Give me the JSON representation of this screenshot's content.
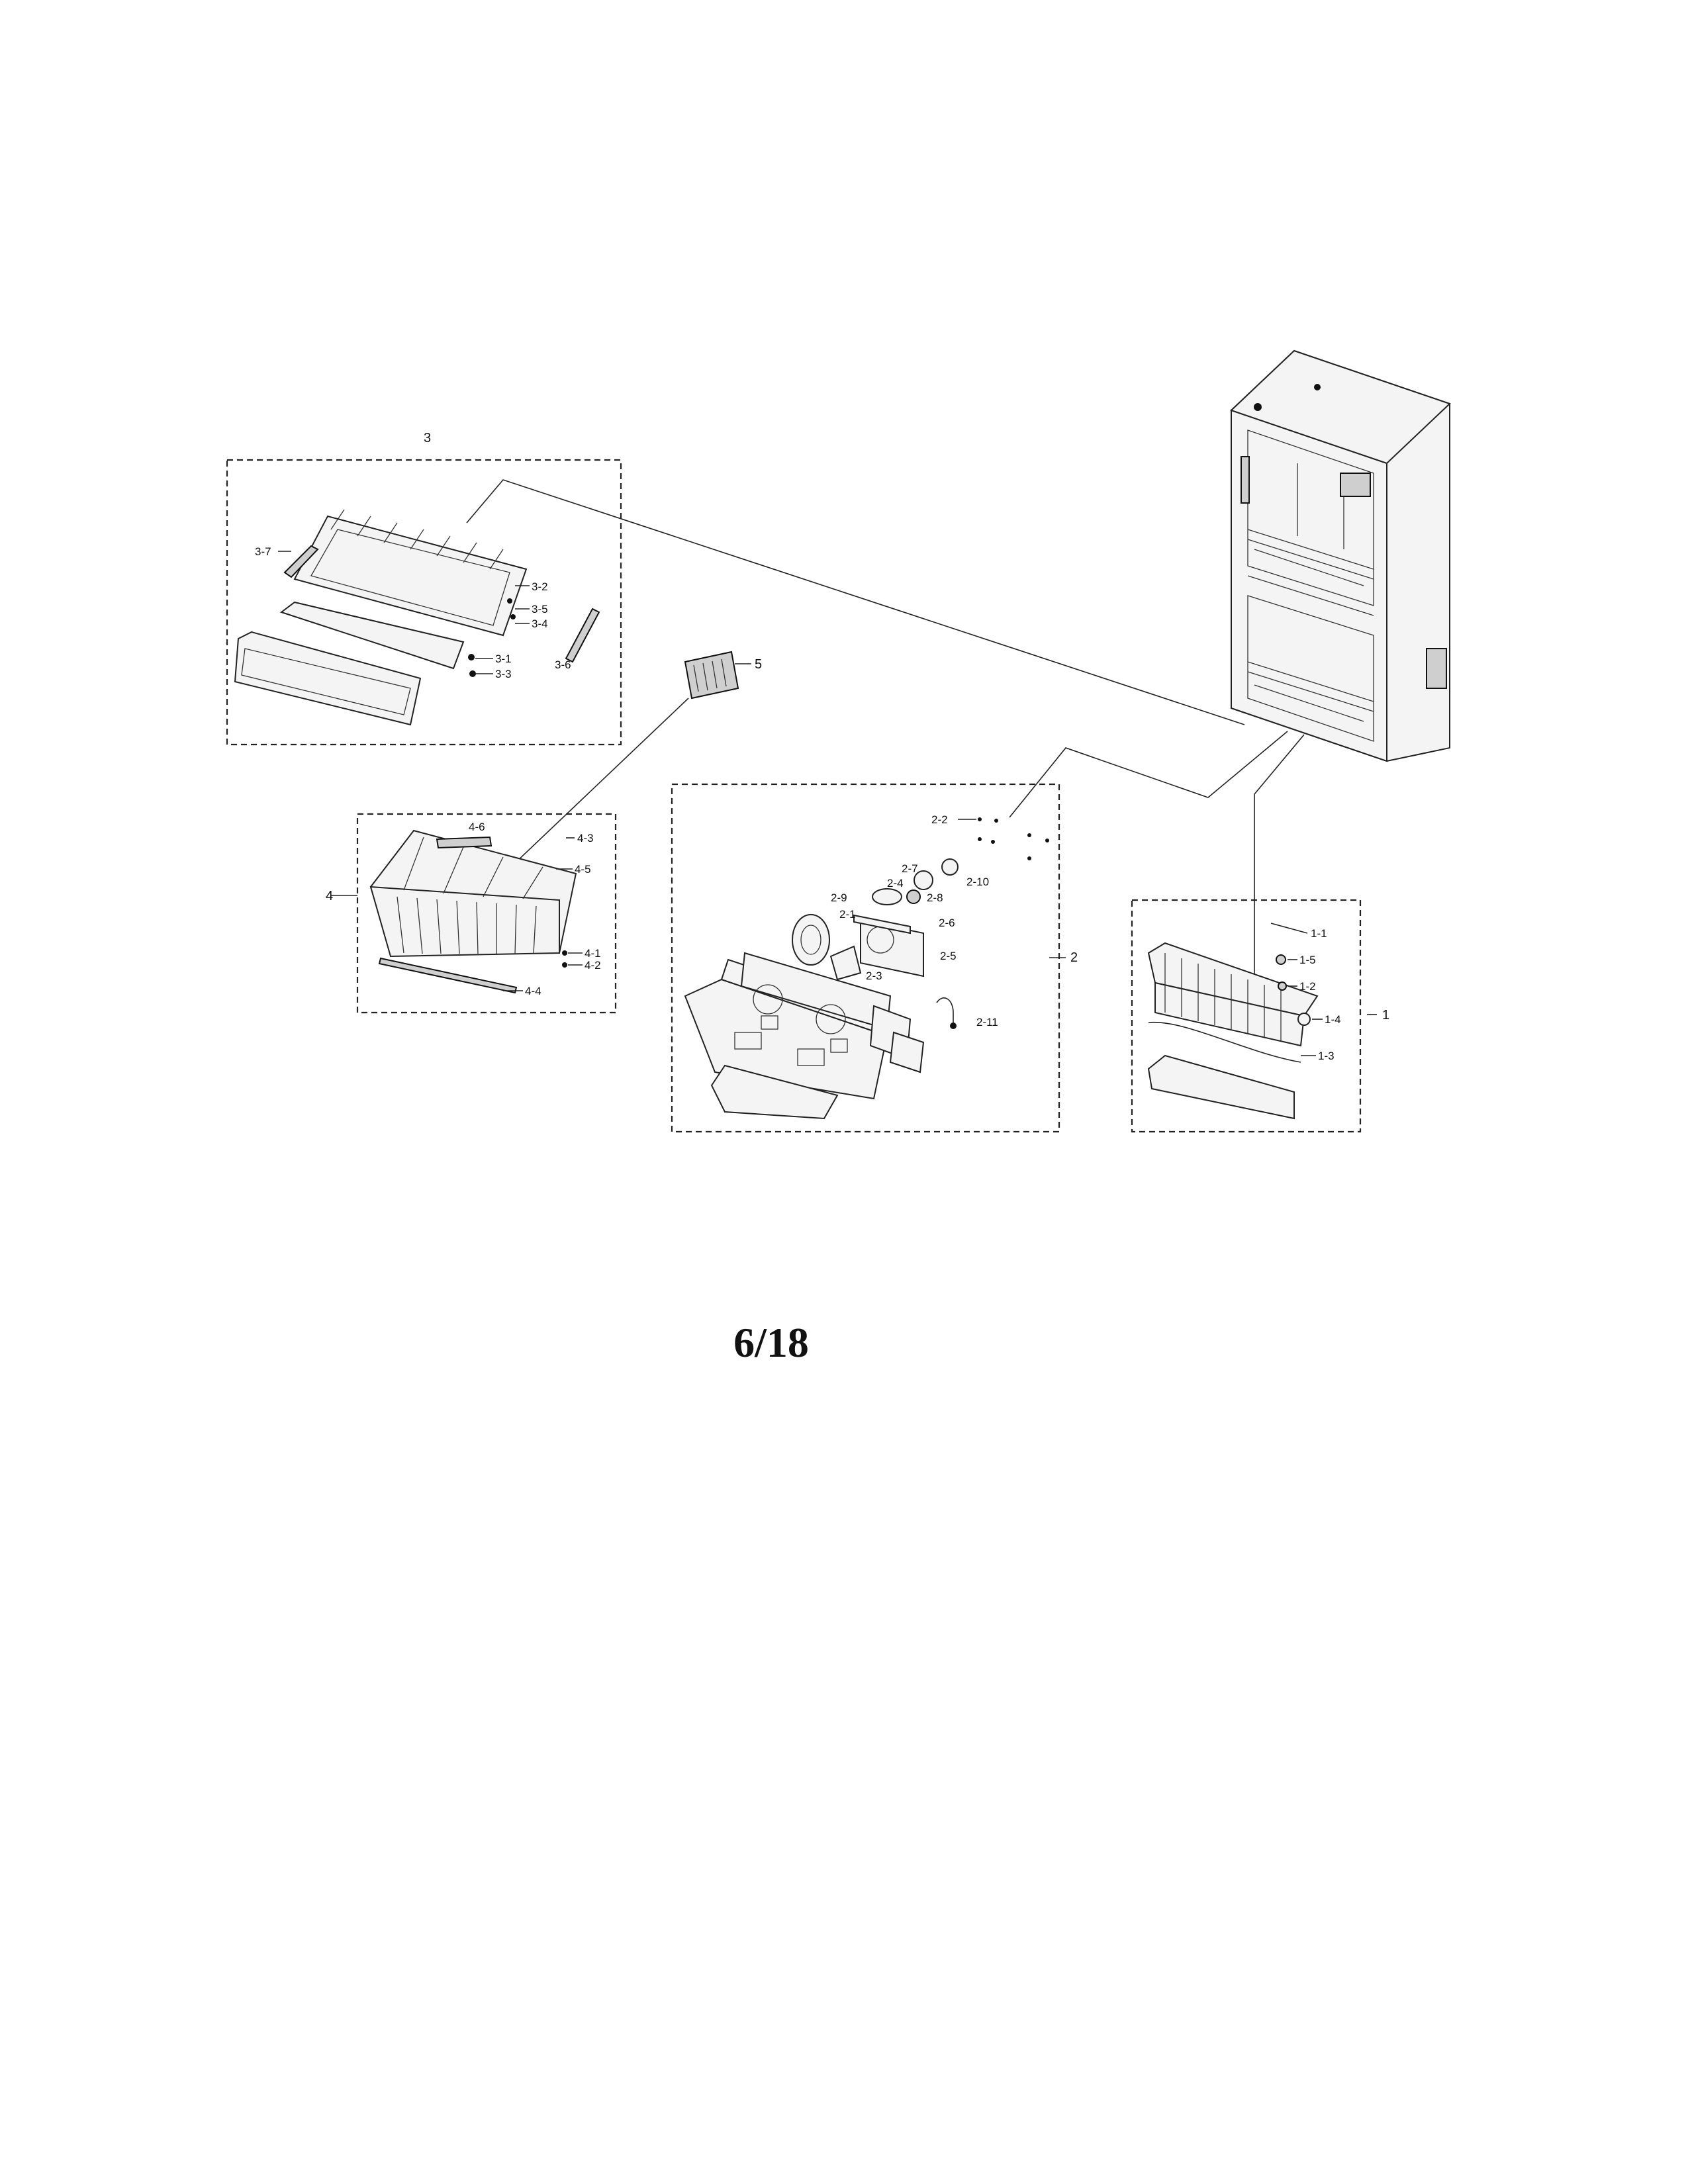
{
  "page_number": "6/18",
  "groups": {
    "g1": "1",
    "g2": "2",
    "g3": "3",
    "g4": "4",
    "g5": "5"
  },
  "labels": {
    "l3_7": "3-7",
    "l3_2": "3-2",
    "l3_5": "3-5",
    "l3_4": "3-4",
    "l3_1": "3-1",
    "l3_3": "3-3",
    "l3_6": "3-6",
    "l4_6": "4-6",
    "l4_3": "4-3",
    "l4_5": "4-5",
    "l4_1": "4-1",
    "l4_2": "4-2",
    "l4_4": "4-4",
    "l2_2": "2-2",
    "l2_7": "2-7",
    "l2_4": "2-4",
    "l2_10": "2-10",
    "l2_9": "2-9",
    "l2_8": "2-8",
    "l2_1": "2-1",
    "l2_6": "2-6",
    "l2_5": "2-5",
    "l2_3": "2-3",
    "l2_11": "2-11",
    "l1_1": "1-1",
    "l1_5": "1-5",
    "l1_2": "1-2",
    "l1_4": "1-4",
    "l1_3": "1-3"
  }
}
